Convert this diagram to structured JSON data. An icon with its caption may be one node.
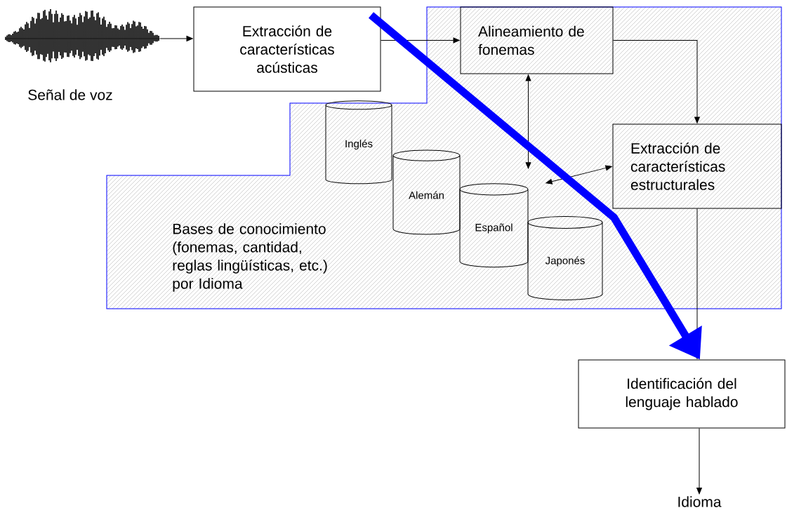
{
  "diagram": {
    "nodes": [
      {
        "text": [],
        "shape": "picture",
        "beside": [
          "Señal de voz"
        ]
      },
      {
        "text": [
          "Extracción de características acústicas"
        ]
      },
      {
        "text": [
          "Bases de conocimiento (fonemas, cantidad, reglas lingüísticas, etc.) por Idioma"
        ]
      },
      {
        "text": [
          "Alineamiento de fonemas"
        ],
        "in": 2
      },
      {
        "text": [
          "Extracción de características estructurales"
        ],
        "in": 2
      },
      {
        "text": [
          "Inglés"
        ],
        "in": 2
      },
      {
        "text": [
          "Alemán"
        ],
        "in": 2
      },
      {
        "text": [
          "Español"
        ],
        "in": 2
      },
      {
        "text": [
          "Japonés"
        ],
        "in": 2
      },
      {
        "text": [
          "Identificación del lenguaje hablado"
        ]
      },
      {
        "text": [
          "Idioma"
        ]
      }
    ],
    "edges": [
      {
        "from": 0,
        "to": 1,
        "arrow": "to"
      },
      {
        "from": 1,
        "to": 3,
        "arrow": "to"
      },
      {
        "from": 3,
        "to": 4,
        "arrow": "to"
      },
      {
        "from": 3,
        "to": 7,
        "arrow": "both"
      },
      {
        "from": 4,
        "to": 7,
        "arrow": "both"
      },
      {
        "from": 4,
        "to": 9,
        "arrow": "to"
      },
      {
        "from": 1,
        "to": 9,
        "arrow": "to",
        "style": "thick",
        "color": "#0000ff"
      },
      {
        "from": 9,
        "to": 10,
        "arrow": "to"
      }
    ]
  }
}
